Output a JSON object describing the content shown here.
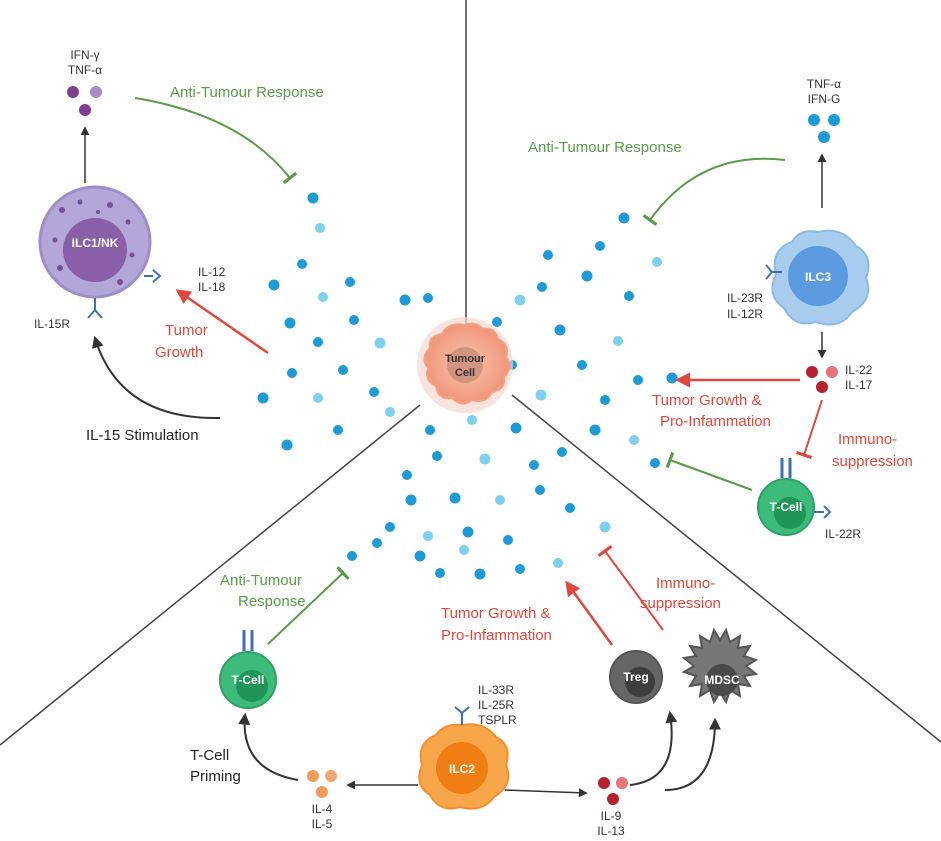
{
  "labels": {
    "tumour_cell_line1": "Tumour",
    "tumour_cell_line2": "Cell",
    "ilc1_cell": "ILC1/NK",
    "ilc1_output_1": "IFN-γ",
    "ilc1_output_2": "TNF-α",
    "ilc1_anti_tumour": "Anti-Tumour Response",
    "ilc1_receptor_1": "IL-12",
    "ilc1_receptor_2": "IL-18",
    "ilc1_il15r": "IL-15R",
    "ilc1_tumor_growth_1": "Tumor",
    "ilc1_tumor_growth_2": "Growth",
    "ilc1_il15_stim": "IL-15 Stimulation",
    "ilc3_cell": "ILC3",
    "ilc3_output_1": "TNF-α",
    "ilc3_output_2": "IFN-G",
    "ilc3_anti_tumour": "Anti-Tumour Response",
    "ilc3_receptor_1": "IL-23R",
    "ilc3_receptor_2": "IL-12R",
    "ilc3_cytokine_1": "IL-22",
    "ilc3_cytokine_2": "IL-17",
    "ilc3_growth_1": "Tumor Growth &",
    "ilc3_growth_2": "Pro-Infammation",
    "ilc3_immuno_1": "Immuno-",
    "ilc3_immuno_2": "suppression",
    "ilc3_tcell": "T-Cell",
    "ilc3_il22r": "IL-22R",
    "ilc2_cell": "ILC2",
    "ilc2_receptor_1": "IL-33R",
    "ilc2_receptor_2": "IL-25R",
    "ilc2_receptor_3": "TSPLR",
    "ilc2_cytokine_left_1": "IL-4",
    "ilc2_cytokine_left_2": "IL-5",
    "ilc2_cytokine_right_1": "IL-9",
    "ilc2_cytokine_right_2": "IL-13",
    "ilc2_tcell": "T-Cell",
    "ilc2_tcell_priming_1": "T-Cell",
    "ilc2_tcell_priming_2": "Priming",
    "ilc2_anti_tumour_1": "Anti-Tumour",
    "ilc2_anti_tumour_2": "Response",
    "ilc2_growth_1": "Tumor Growth &",
    "ilc2_growth_2": "Pro-Infammation",
    "ilc2_immuno_1": "Immuno-",
    "ilc2_immuno_2": "suppression",
    "treg_cell": "Treg",
    "mdsc_cell": "MDSC"
  },
  "colors": {
    "green_arrow": "#5a9a4a",
    "red_arrow": "#e0463d",
    "black_arrow": "#333333",
    "particle": "#1e9ad6",
    "ilc1": "#8a74b8",
    "ilc3": "#6ea8e0",
    "tcell": "#3dbb7a",
    "ilc2": "#f2922e",
    "treg": "#555555",
    "mdsc": "#666666",
    "tumour": "#f5b49a"
  }
}
